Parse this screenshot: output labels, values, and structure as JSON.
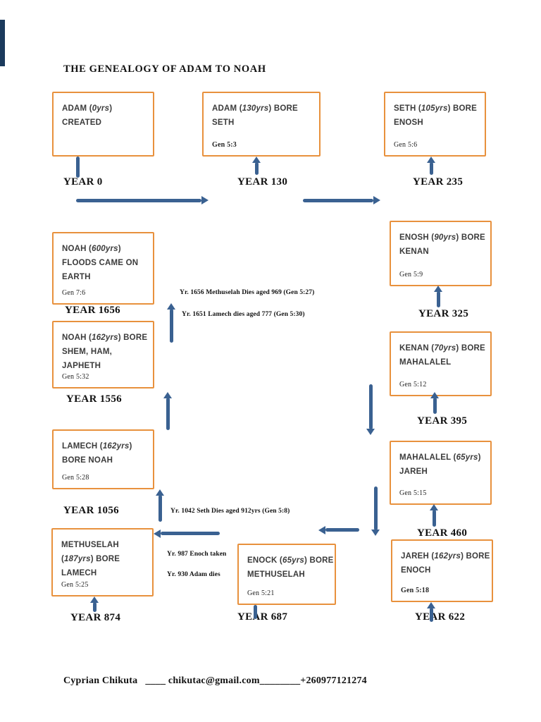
{
  "page": {
    "title": "THE GENEALOGY OF ADAM TO NOAH",
    "footer": "Cyprian Chikuta   ____ chikutac@gmail.com________+260977121274"
  },
  "boxes": [
    {
      "key": "adam-created",
      "lines": [
        "ADAM (0yrs)",
        "CREATED"
      ],
      "gen": ""
    },
    {
      "key": "adam-bore-seth",
      "lines": [
        "ADAM (130yrs) BORE",
        "SETH"
      ],
      "gen": "Gen 5:3"
    },
    {
      "key": "seth-bore-enosh",
      "lines": [
        "SETH (105yrs) BORE",
        "ENOSH"
      ],
      "gen": "Gen 5:6"
    },
    {
      "key": "enosh-bore-kenan",
      "lines": [
        "ENOSH (90yrs) BORE",
        "KENAN"
      ],
      "gen": "Gen 5:9"
    },
    {
      "key": "kenan-bore-mahalalel",
      "lines": [
        "KENAN (70yrs) BORE",
        "MAHALALEL"
      ],
      "gen": "Gen 5:12"
    },
    {
      "key": "mahalalel-jareh",
      "lines": [
        "MAHALALEL (65yrs)",
        "JAREH"
      ],
      "gen": "Gen 5:15"
    },
    {
      "key": "jareh-bore-enoch",
      "lines": [
        "JAREH (162yrs) BORE",
        "ENOCH"
      ],
      "gen": "Gen 5:18"
    },
    {
      "key": "enock-bore-methuselah",
      "lines": [
        "ENOCK (65yrs) BORE",
        "METHUSELAH"
      ],
      "gen": "Gen 5:21"
    },
    {
      "key": "methuselah-bore-lamech",
      "lines": [
        "METHUSELAH",
        "(187yrs) BORE",
        "LAMECH"
      ],
      "gen": "Gen 5:25"
    },
    {
      "key": "lamech-bore-noah",
      "lines": [
        "LAMECH (162yrs)",
        "BORE NOAH"
      ],
      "gen": "Gen 5:28"
    },
    {
      "key": "noah-bore-shem",
      "lines": [
        "NOAH (162yrs) BORE",
        "SHEM, HAM,",
        "JAPHETH"
      ],
      "gen": "Gen 5:32"
    },
    {
      "key": "noah-floods",
      "lines": [
        "NOAH (600yrs)",
        "FLOODS CAME ON",
        "EARTH"
      ],
      "gen": "Gen 7:6"
    }
  ],
  "years": [
    "YEAR 0",
    "YEAR 130",
    "YEAR 235",
    "YEAR 325",
    "YEAR 395",
    "YEAR 460",
    "YEAR 622",
    "YEAR 687",
    "YEAR 874",
    "YEAR 1056",
    "YEAR 1556",
    "YEAR 1656"
  ],
  "annotations": [
    "Yr. 1656 Methuselah Dies aged 969 (Gen 5:27)",
    "Yr. 1651 Lamech dies aged 777 (Gen 5:30)",
    "Yr. 1042 Seth Dies aged 912yrs (Gen 5:8)",
    "Yr. 987 Enoch taken",
    "Yr. 930 Adam dies"
  ],
  "colors": {
    "box_border": "#E8913D",
    "arrow": "#3A6191",
    "page_marker": "#1B3A5C"
  }
}
